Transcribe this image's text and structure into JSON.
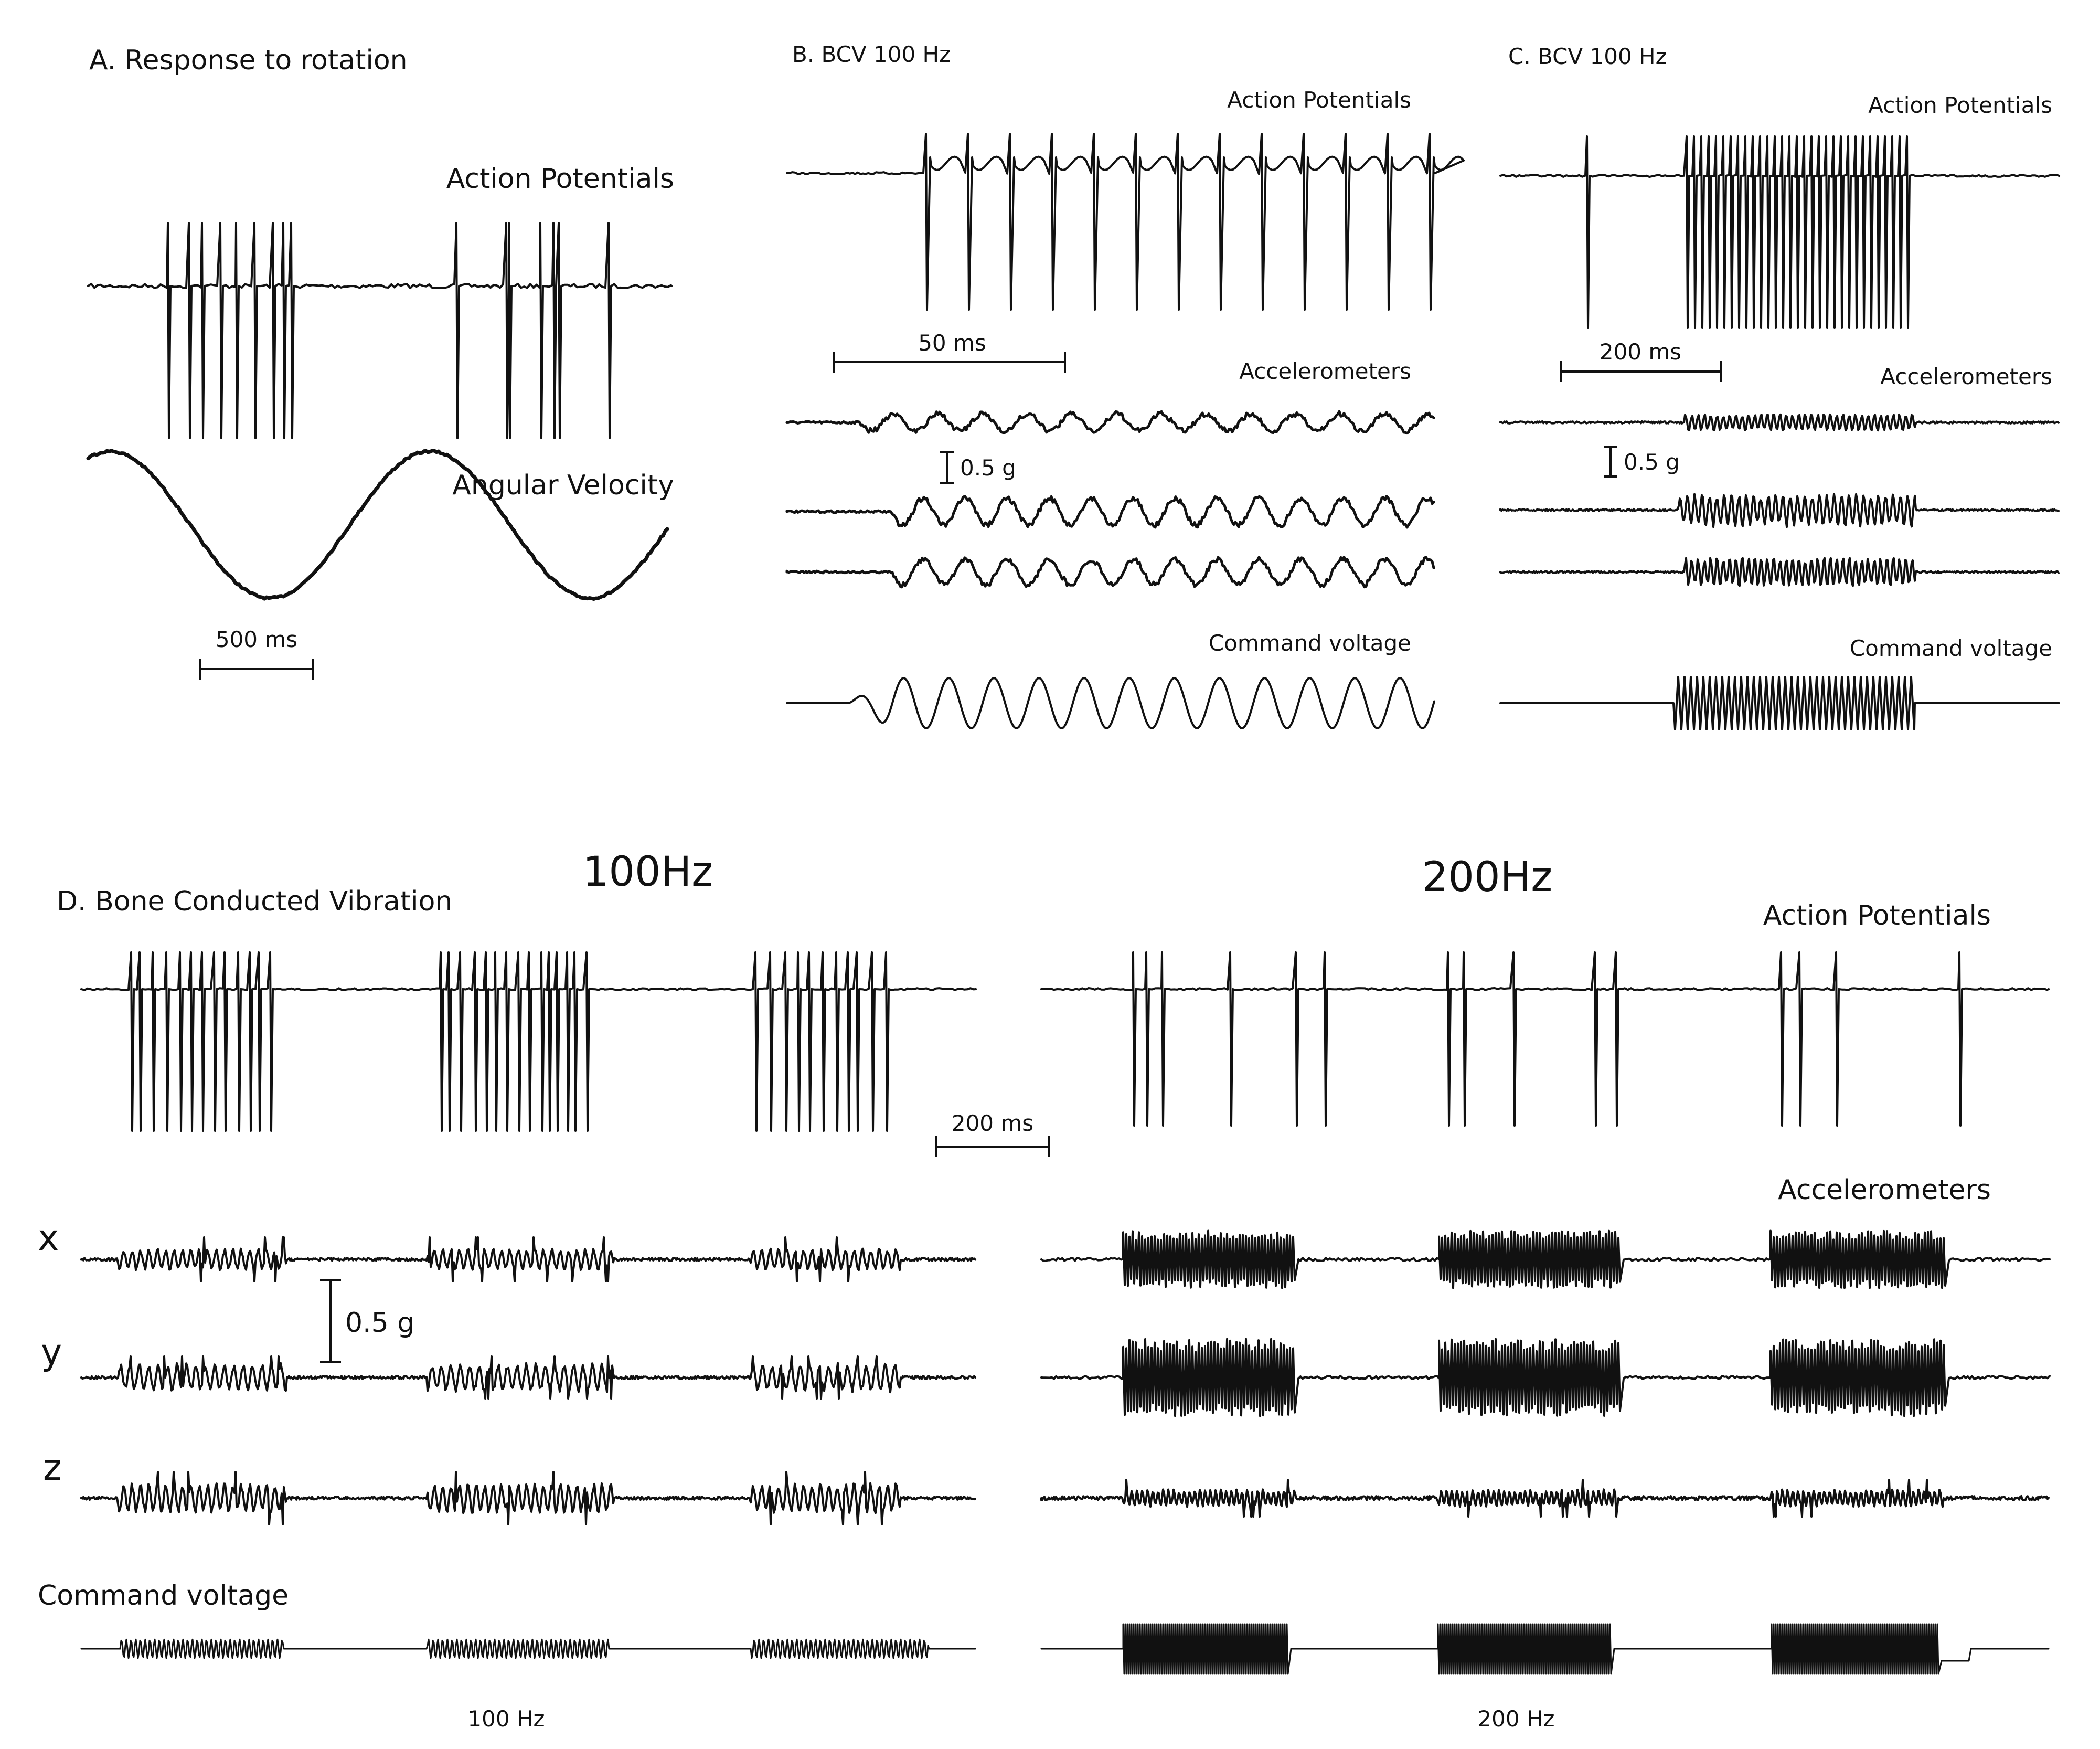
{
  "panels": {
    "a": {
      "title": "A.  Response to rotation",
      "action_potentials": "Action Potentials",
      "angular_velocity": "Angular Velocity",
      "scale_time": "500 ms"
    },
    "b": {
      "title": "B. BCV 100 Hz",
      "action_potentials": "Action Potentials",
      "scale_time": "50 ms",
      "accelerometers": "Accelerometers",
      "scale_accel": "0.5 g",
      "command_voltage": "Command voltage"
    },
    "c": {
      "title": "C. BCV 100 Hz",
      "action_potentials": "Action Potentials",
      "scale_time": "200 ms",
      "accelerometers": "Accelerometers",
      "scale_accel": "0.5 g",
      "command_voltage": "Command voltage"
    },
    "d": {
      "title": "D. Bone Conducted Vibration",
      "heading_left": "100Hz",
      "heading_right": "200Hz",
      "action_potentials": "Action Potentials",
      "scale_time": "200 ms",
      "accelerometers": "Accelerometers",
      "scale_accel": "0.5 g",
      "axis_x": "x",
      "axis_y": "y",
      "axis_z": "z",
      "command_voltage": "Command voltage",
      "footer_left": "100 Hz",
      "footer_right": "200 Hz"
    }
  },
  "colors": {
    "trace": "#111111",
    "background": "#ffffff"
  }
}
